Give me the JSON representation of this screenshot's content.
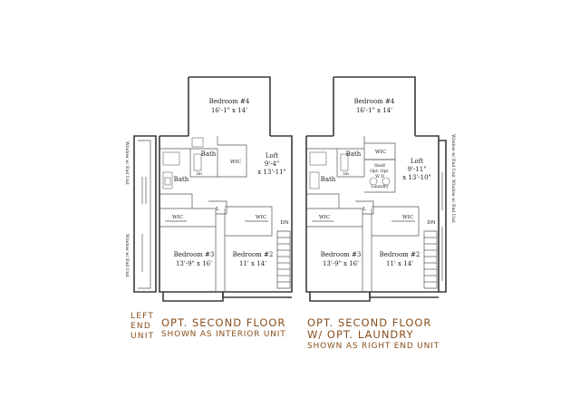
{
  "plans": {
    "left": {
      "bedroom4": {
        "name": "Bedroom #4",
        "dims": "16'-1\" x 14'"
      },
      "bath_upper": "Bath",
      "bath_lower": "Bath",
      "lin": "lin",
      "wic_main": "WIC",
      "loft": {
        "name": "Loft",
        "dims1": "9'-4\"",
        "dims2": "x 13'-11\""
      },
      "l_closet": "L",
      "wic_left": "WIC",
      "wic_right": "WIC",
      "dn": "DN",
      "bedroom3": {
        "name": "Bedroom #3",
        "dims": "13'-9\" x 16'"
      },
      "bedroom2": {
        "name": "Bedroom #2",
        "dims": "11' x 14'"
      },
      "window_note_top": "Window w/ End Unit",
      "window_note_bottom": "Window w/ End Unit"
    },
    "right": {
      "bedroom4": {
        "name": "Bedroom #4",
        "dims": "16'-1\" x 14'"
      },
      "bath_upper": "Bath",
      "bath_lower": "Bath",
      "lin": "lin",
      "wic_main": "WIC",
      "loft": {
        "name": "Loft",
        "dims1": "9'-11\"",
        "dims2": "x 13'-10\""
      },
      "laundry": {
        "line1": "Shelf",
        "line2": "Opt.  Opt.",
        "line3": "W    D",
        "line4": "Laundry"
      },
      "l_closet": "L",
      "wic_left": "WIC",
      "wic_right": "WIC",
      "dn": "DN",
      "bedroom3": {
        "name": "Bedroom #3",
        "dims": "13'-9\" x 16'"
      },
      "bedroom2": {
        "name": "Bedroom #2",
        "dims": "11' x 14'"
      },
      "window_note_top": "Window w/ End Unit",
      "window_note_bottom": "Window w/ End Unit"
    }
  },
  "captions": {
    "left_unit": "LEFT\nEND\nUNIT",
    "left_title": "OPT. SECOND FLOOR",
    "left_subtitle": "SHOWN AS INTERIOR UNIT",
    "right_title_line1": "OPT. SECOND FLOOR",
    "right_title_line2": "W/ OPT. LAUNDRY",
    "right_subtitle": "SHOWN AS RIGHT END UNIT"
  },
  "colors": {
    "caption": "#8a4f1c",
    "walls": "#3a3a3a",
    "text": "#222222"
  }
}
